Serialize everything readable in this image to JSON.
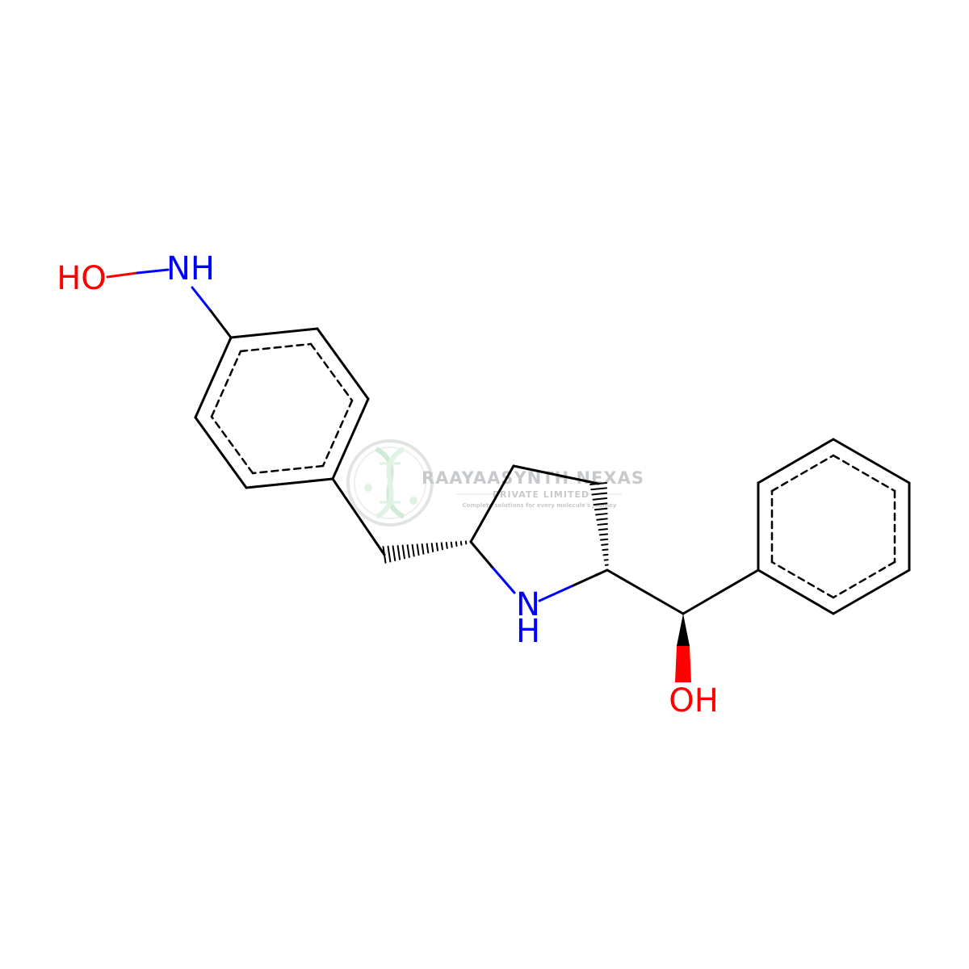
{
  "molecule": {
    "atom_labels": {
      "hydroxylamine_o": "HO",
      "hydroxylamine_n": "NH",
      "pyrrolidine_n": "N",
      "pyrrolidine_nh": "H",
      "alcohol_oh": "OH"
    },
    "colors": {
      "bond": "#000000",
      "nitrogen": "#0000ff",
      "oxygen": "#ff0000"
    }
  },
  "watermark": {
    "title": "RAAYAASYNTH NEXAS",
    "subtitle": "PRIVATE LIMITED",
    "tagline": "Complete solutions for every molecule's journey",
    "color": "#9aa0a6",
    "logo_color": "#b7e3c0"
  }
}
